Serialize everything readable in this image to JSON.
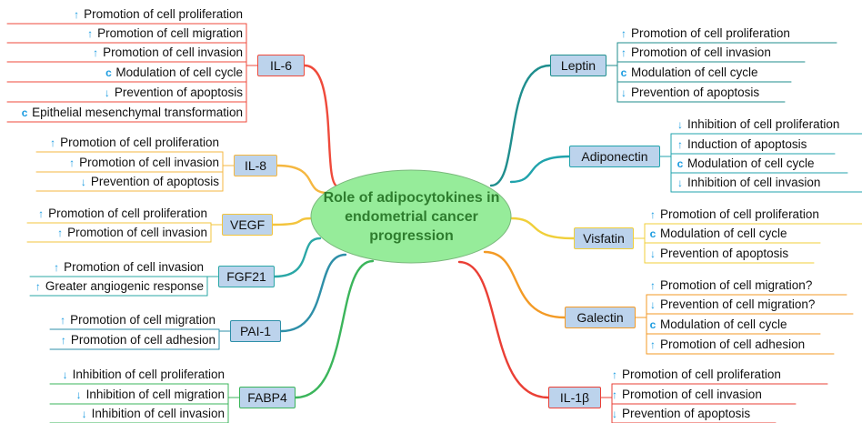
{
  "center": {
    "label": "Role of adipocytokines in\nendometrial cancer\nprogression"
  },
  "icons": {
    "up": "↑",
    "down": "↓",
    "cycle": "c"
  },
  "colors": {
    "center_fill": "#96ec9a",
    "center_stroke": "#7ab87c",
    "il6": "#ef4a3b",
    "il8": "#f5b740",
    "vegf": "#f3c43c",
    "fgf21": "#2aa7a6",
    "pai1": "#2e8fa8",
    "fabp4": "#3bb55b",
    "leptin": "#1f8e8e",
    "adiponectin": "#20a3ac",
    "visfatin": "#f0cf3a",
    "galectin": "#f39a25",
    "il1b": "#ea3f35"
  },
  "branches": [
    {
      "id": "il6",
      "label": "IL-6",
      "leaves": [
        {
          "icon": "up",
          "text": "Promotion of cell proliferation"
        },
        {
          "icon": "up",
          "text": "Promotion of cell migration"
        },
        {
          "icon": "up",
          "text": "Promotion of cell invasion"
        },
        {
          "icon": "cycle",
          "text": "Modulation of cell cycle"
        },
        {
          "icon": "down",
          "text": "Prevention of apoptosis"
        },
        {
          "icon": "cycle",
          "text": "Epithelial mesenchymal transformation"
        }
      ]
    },
    {
      "id": "il8",
      "label": "IL-8",
      "leaves": [
        {
          "icon": "up",
          "text": "Promotion of cell proliferation"
        },
        {
          "icon": "up",
          "text": "Promotion of cell invasion"
        },
        {
          "icon": "down",
          "text": "Prevention of apoptosis"
        }
      ]
    },
    {
      "id": "vegf",
      "label": "VEGF",
      "leaves": [
        {
          "icon": "up",
          "text": "Promotion of cell proliferation"
        },
        {
          "icon": "up",
          "text": "Promotion of cell invasion"
        }
      ]
    },
    {
      "id": "fgf21",
      "label": "FGF21",
      "leaves": [
        {
          "icon": "up",
          "text": "Promotion of cell invasion"
        },
        {
          "icon": "up",
          "text": "Greater angiogenic response"
        }
      ]
    },
    {
      "id": "pai1",
      "label": "PAI-1",
      "leaves": [
        {
          "icon": "up",
          "text": "Promotion of cell migration"
        },
        {
          "icon": "up",
          "text": "Promotion of cell adhesion"
        }
      ]
    },
    {
      "id": "fabp4",
      "label": "FABP4",
      "leaves": [
        {
          "icon": "down",
          "text": "Inhibition of cell proliferation"
        },
        {
          "icon": "down",
          "text": "Inhibition of cell migration"
        },
        {
          "icon": "down",
          "text": "Inhibition of cell invasion"
        }
      ]
    },
    {
      "id": "leptin",
      "label": "Leptin",
      "leaves": [
        {
          "icon": "up",
          "text": "Promotion of cell proliferation"
        },
        {
          "icon": "up",
          "text": "Promotion of cell invasion"
        },
        {
          "icon": "cycle",
          "text": "Modulation of cell cycle"
        },
        {
          "icon": "down",
          "text": "Prevention of apoptosis"
        }
      ]
    },
    {
      "id": "adiponectin",
      "label": "Adiponectin",
      "leaves": [
        {
          "icon": "down",
          "text": "Inhibition of cell proliferation"
        },
        {
          "icon": "up",
          "text": "Induction of apoptosis"
        },
        {
          "icon": "cycle",
          "text": "Modulation of cell cycle"
        },
        {
          "icon": "down",
          "text": "Inhibition of cell invasion"
        }
      ]
    },
    {
      "id": "visfatin",
      "label": "Visfatin",
      "leaves": [
        {
          "icon": "up",
          "text": "Promotion of cell proliferation"
        },
        {
          "icon": "cycle",
          "text": "Modulation of cell cycle"
        },
        {
          "icon": "down",
          "text": "Prevention of apoptosis"
        }
      ]
    },
    {
      "id": "galectin",
      "label": "Galectin",
      "leaves": [
        {
          "icon": "up",
          "text": "Promotion of cell migration?"
        },
        {
          "icon": "down",
          "text": "Prevention of cell migration?"
        },
        {
          "icon": "cycle",
          "text": "Modulation of cell cycle"
        },
        {
          "icon": "up",
          "text": "Promotion of cell adhesion"
        }
      ]
    },
    {
      "id": "il1b",
      "label": "IL-1β",
      "leaves": [
        {
          "icon": "up",
          "text": "Promotion of cell proliferation"
        },
        {
          "icon": "up",
          "text": "Promotion of cell invasion"
        },
        {
          "icon": "down",
          "text": "Prevention of apoptosis"
        }
      ]
    }
  ]
}
